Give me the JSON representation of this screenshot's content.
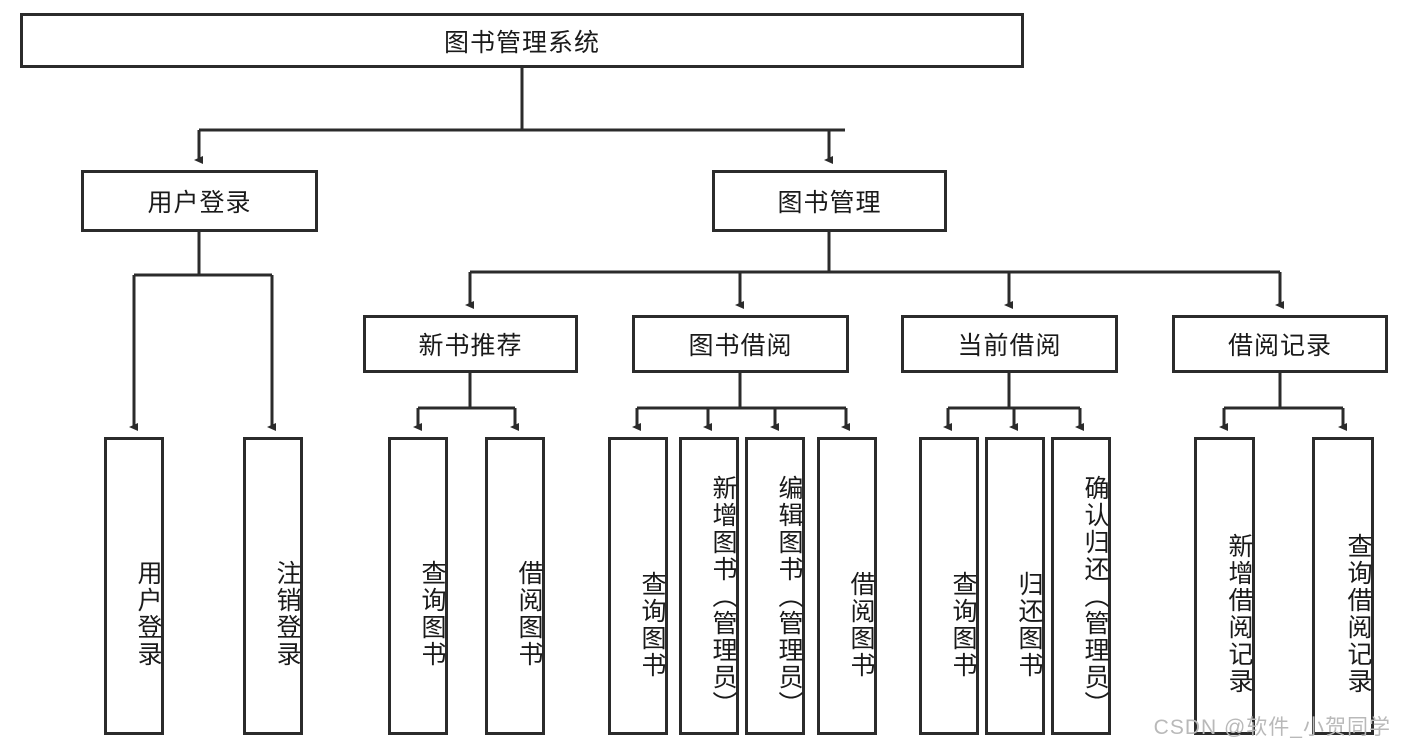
{
  "diagram": {
    "type": "tree",
    "title": "图书管理系统",
    "colors": {
      "stroke": "#2b2b2b",
      "fill": "#ffffff",
      "text": "#1a1a1a",
      "watermark": "#b9b9b9"
    },
    "watermark": "CSDN @软件_小贺同学",
    "nodes": {
      "root": {
        "label": "图书管理系统",
        "level": 1
      },
      "l2": [
        {
          "id": "user-login",
          "label": "用户登录"
        },
        {
          "id": "book-manage",
          "label": "图书管理"
        }
      ],
      "l3": [
        {
          "id": "new-book-rec",
          "label": "新书推荐"
        },
        {
          "id": "book-borrow",
          "label": "图书借阅"
        },
        {
          "id": "current-borrow",
          "label": "当前借阅"
        },
        {
          "id": "borrow-record",
          "label": "借阅记录"
        }
      ],
      "leaves": {
        "user_login": [
          {
            "id": "leaf-user-login",
            "label": "用户登录"
          },
          {
            "id": "leaf-logout",
            "label": "注销登录"
          }
        ],
        "new_book_rec": [
          {
            "id": "leaf-query-book-1",
            "label": "查询图书"
          },
          {
            "id": "leaf-borrow-book-1",
            "label": "借阅图书"
          }
        ],
        "book_borrow": [
          {
            "id": "leaf-query-book-2",
            "label": "查询图书"
          },
          {
            "id": "leaf-add-book",
            "label": "新增图书（管理员）"
          },
          {
            "id": "leaf-edit-book",
            "label": "编辑图书（管理员）"
          },
          {
            "id": "leaf-borrow-book-2",
            "label": "借阅图书"
          }
        ],
        "current_borrow": [
          {
            "id": "leaf-query-book-3",
            "label": "查询图书"
          },
          {
            "id": "leaf-return-book",
            "label": "归还图书"
          },
          {
            "id": "leaf-confirm-return",
            "label": "确认归还（管理员）"
          }
        ],
        "borrow_record": [
          {
            "id": "leaf-add-record",
            "label": "新增借阅记录"
          },
          {
            "id": "leaf-query-record",
            "label": "查询借阅记录"
          }
        ]
      }
    },
    "edges": [
      {
        "from": "图书管理系统",
        "to": "用户登录"
      },
      {
        "from": "图书管理系统",
        "to": "图书管理"
      },
      {
        "from": "用户登录",
        "to": "用户登录"
      },
      {
        "from": "用户登录",
        "to": "注销登录"
      },
      {
        "from": "图书管理",
        "to": "新书推荐"
      },
      {
        "from": "图书管理",
        "to": "图书借阅"
      },
      {
        "from": "图书管理",
        "to": "当前借阅"
      },
      {
        "from": "图书管理",
        "to": "借阅记录"
      },
      {
        "from": "新书推荐",
        "to": "查询图书"
      },
      {
        "from": "新书推荐",
        "to": "借阅图书"
      },
      {
        "from": "图书借阅",
        "to": "查询图书"
      },
      {
        "from": "图书借阅",
        "to": "新增图书（管理员）"
      },
      {
        "from": "图书借阅",
        "to": "编辑图书（管理员）"
      },
      {
        "from": "图书借阅",
        "to": "借阅图书"
      },
      {
        "from": "当前借阅",
        "to": "查询图书"
      },
      {
        "from": "当前借阅",
        "to": "归还图书"
      },
      {
        "from": "当前借阅",
        "to": "确认归还（管理员）"
      },
      {
        "from": "借阅记录",
        "to": "新增借阅记录"
      },
      {
        "from": "借阅记录",
        "to": "查询借阅记录"
      }
    ]
  }
}
